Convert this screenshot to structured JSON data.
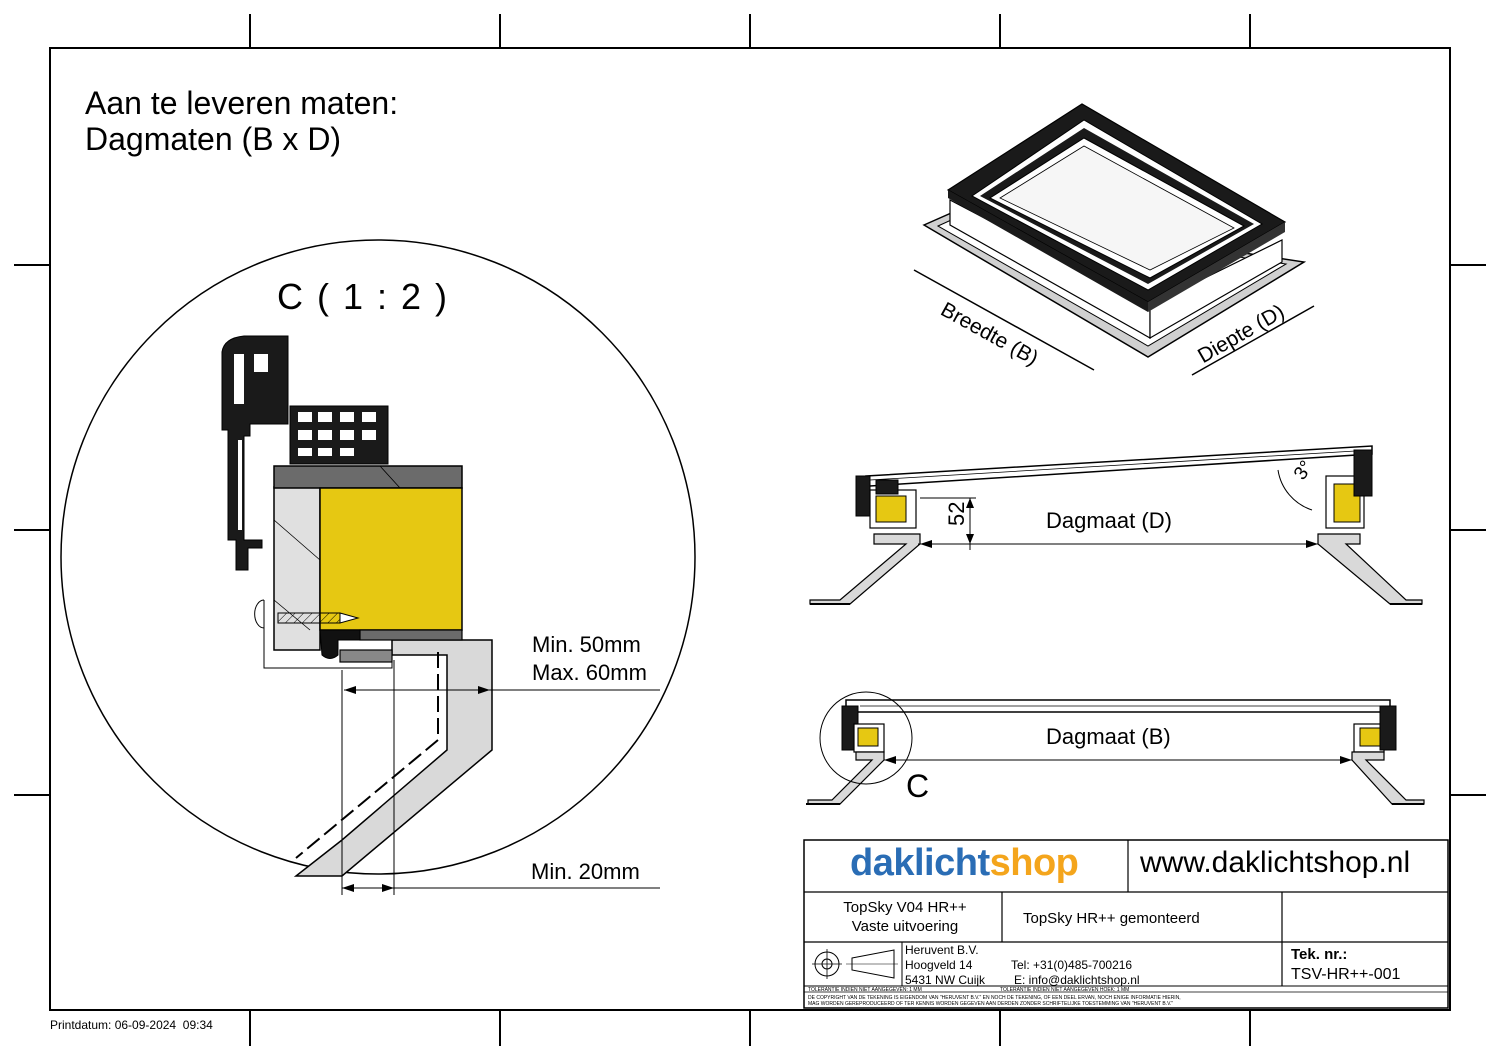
{
  "heading": {
    "line1": "Aan te leveren maten:",
    "line2": "Dagmaten (B x D)"
  },
  "detail": {
    "title": "C ( 1 : 2 )",
    "dim_min_50": "Min. 50mm",
    "dim_max_60": "Max. 60mm",
    "dim_min_20": "Min. 20mm"
  },
  "iso_view": {
    "breedte": "Breedte (B)",
    "diepte": "Diepte (D)"
  },
  "section_d": {
    "label": "Dagmaat (D)",
    "height_dim": "52",
    "angle": "3°"
  },
  "section_b": {
    "label": "Dagmaat (B)",
    "detail_marker": "C"
  },
  "title_block": {
    "logo_part1": "daklicht",
    "logo_part2": "shop",
    "website": "www.daklichtshop.nl",
    "product_line1": "TopSky V04 HR++",
    "product_line2": "Vaste uitvoering",
    "description": "TopSky HR++ gemonteerd",
    "company": "Heruvent B.V.",
    "street": "Hoogveld 14",
    "city": "5431 NW Cuijk",
    "tel": "Tel: +31(0)485-700216",
    "email": "E: info@daklichtshop.nl",
    "tolerance_left": "TOLERANTIE INDIEN NIET AANGEGEVEN: 1 MM",
    "tolerance_right": "TOLERANTIE INDIEN NIET AANGEGEVEN HOEK: 1 MM",
    "copyright1": "DE COPYRIGHT VAN DE TEKENING IS EIGENDOM VAN \"HERUVENT B.V.\" EN NOCH DE TEKENING, OF EEN DEEL ERVAN, NOCH ENIGE INFORMATIE HIERIN,",
    "copyright2": "MAG WORDEN GEREPRODUCEERD OF TER KENNIS WORDEN GEGEVEN AAN DERDEN ZONDER SCHRIFTELIJKE TOESTEMMING VAN \"HERUVENT B.V.\"",
    "tek_label": "Tek. nr.:",
    "tek_number": "TSV-HR++-001"
  },
  "footer": {
    "print_label": "Printdatum:",
    "print_date": "06-09-2024",
    "print_time": "09:34"
  },
  "colors": {
    "insulation": "#e6c812",
    "profile_dark": "#1a1a1a",
    "grey_fill": "#d9d9d9",
    "logo_blue": "#2a6db5",
    "logo_orange": "#f4a51c"
  }
}
